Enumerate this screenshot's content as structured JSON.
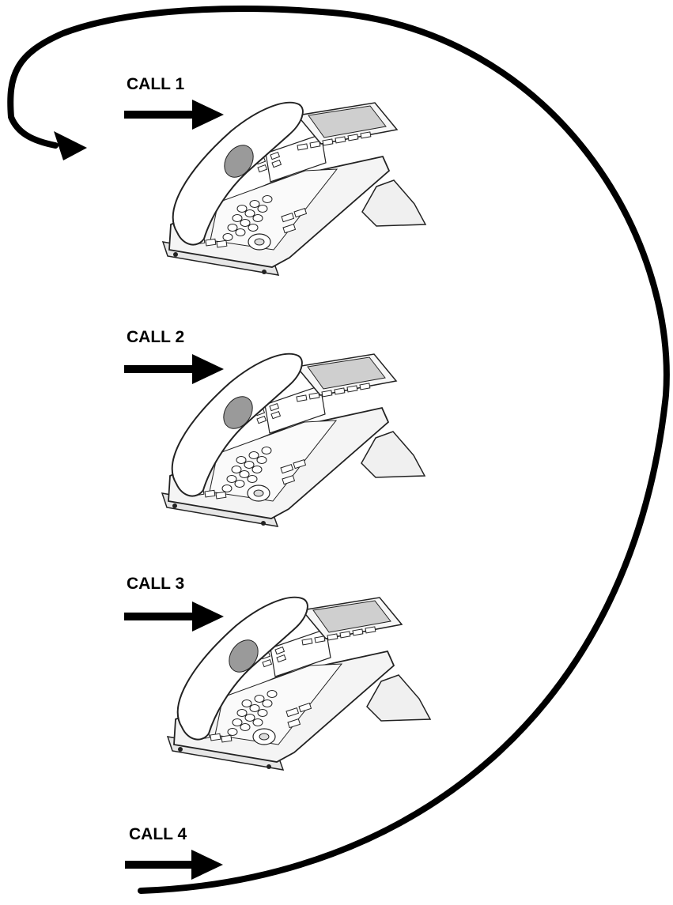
{
  "calls": [
    {
      "label": "CALL 1"
    },
    {
      "label": "CALL 2"
    },
    {
      "label": "CALL 3"
    },
    {
      "label": "CALL 4"
    }
  ],
  "colors": {
    "ink": "#000000",
    "phone_fill": "#f2f2f2",
    "phone_line": "#222222",
    "screen": "#cfcfcf"
  }
}
